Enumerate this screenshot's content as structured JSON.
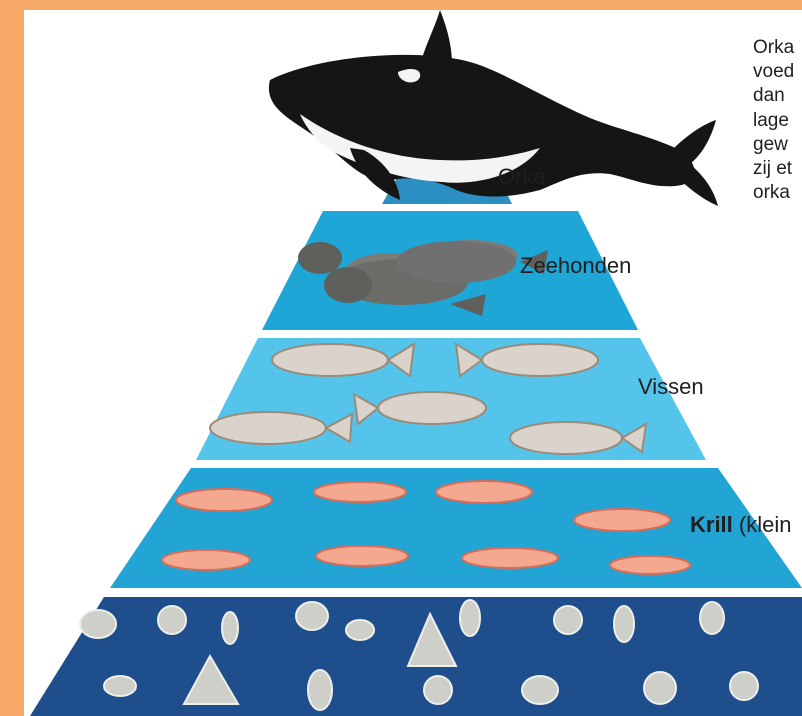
{
  "levels": [
    {
      "label": "Orka",
      "color": "#2b8fc1"
    },
    {
      "label": "Zeehonden",
      "color": "#1ea6d6"
    },
    {
      "label": "Vissen",
      "color": "#55c4ea"
    },
    {
      "label": "Krill",
      "label_suffix": "(klein",
      "color": "#22a5d4"
    },
    {
      "label": "",
      "color": "#1e4e8c"
    }
  ],
  "description_lines": [
    "Orka",
    "voed",
    "dan",
    "lage",
    "gew",
    "zij et",
    "orka"
  ],
  "colors": {
    "frame": "#f7a968",
    "panel": "#ffffff",
    "orca_black": "#151515",
    "orca_white": "#f4f4f4",
    "seal": "#7b7b78",
    "fish": "#d9d3cc",
    "krill": "#f4a890",
    "plankton": "#cfcfc9"
  }
}
